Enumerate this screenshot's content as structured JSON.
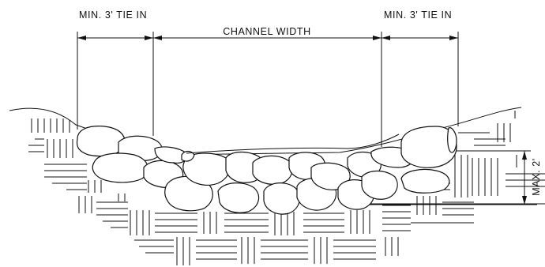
{
  "labels": {
    "tie_in_left": "MIN. 3' TIE IN",
    "channel_width": "CHANNEL WIDTH",
    "tie_in_right": "MIN. 3' TIE IN",
    "depth": "MAX. 2'"
  }
}
